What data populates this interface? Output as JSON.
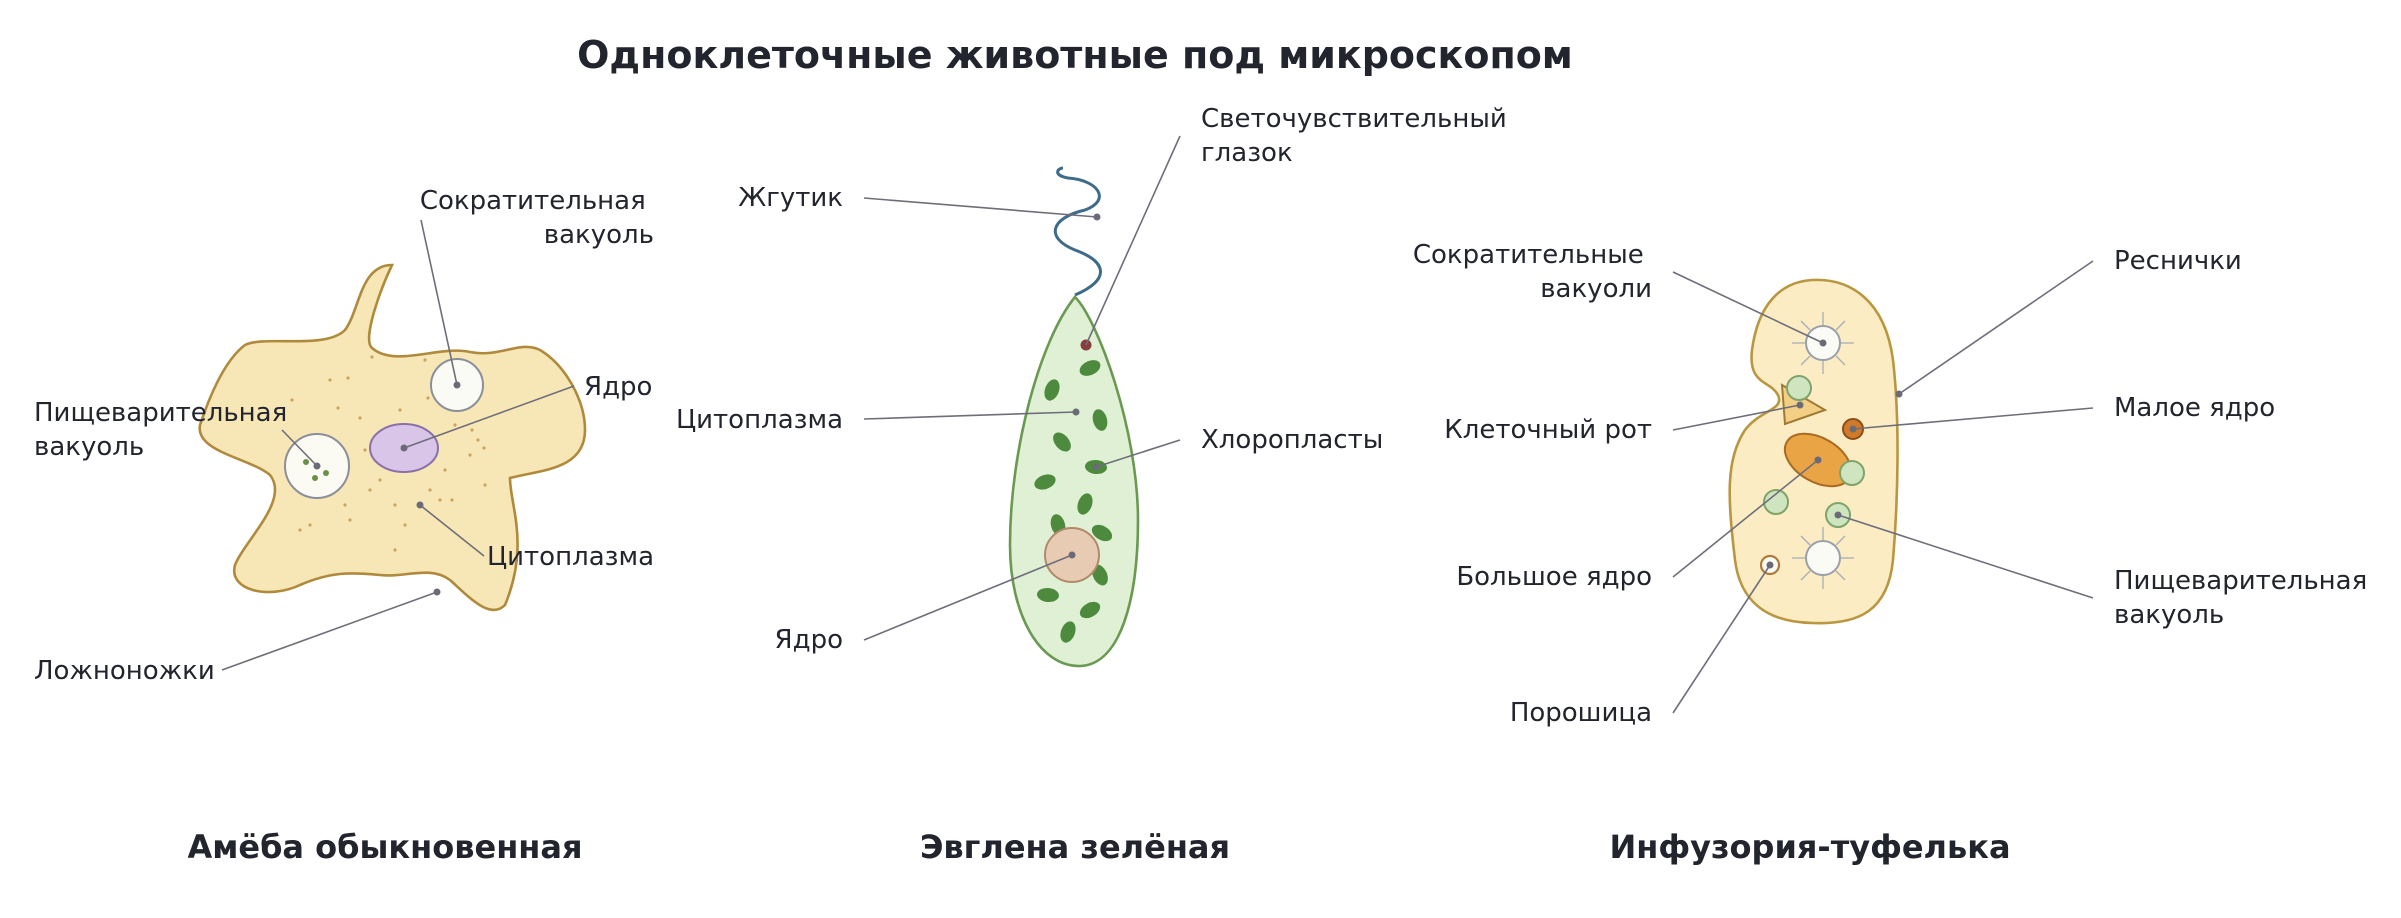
{
  "title": "Одноклеточные животные под микроскопом",
  "captions": {
    "amoeba": "Амёба обыкновенная",
    "euglena": "Эвглена зелёная",
    "paramecium": "Инфузория-туфелька"
  },
  "amoeba_labels": {
    "contractile_vacuole": [
      "Сократительная",
      "вакуоль"
    ],
    "nucleus": "Ядро",
    "digestive_vacuole": [
      "Пищеварительная",
      "вакуоль"
    ],
    "cytoplasm": "Цитоплазма",
    "pseudopods": "Ложноножки"
  },
  "euglena_labels": {
    "flagellum": "Жгутик",
    "eyespot": [
      "Светочувствительный",
      "глазок"
    ],
    "cytoplasm": "Цитоплазма",
    "chloroplasts": "Хлоропласты",
    "nucleus": "Ядро"
  },
  "paramecium_labels": {
    "contractile_vacuoles": [
      "Сократительные",
      "вакуоли"
    ],
    "cilia": "Реснички",
    "mouth": "Клеточный рот",
    "micronucleus": "Малое ядро",
    "macronucleus": "Большое ядро",
    "digestive_vacuole": [
      "Пищеварительная",
      "вакуоль"
    ],
    "anal_pore": "Порошица"
  },
  "colors": {
    "amoeba_body": "#f7e7b6",
    "amoeba_outline": "#b08a3c",
    "amoeba_nucleus": "#d8c5e8",
    "euglena_body": "#dff0d4",
    "euglena_outline": "#6a9a52",
    "chloroplast": "#4d8a3d",
    "flagellum": "#3d6b8a",
    "euglena_nucleus": "#e8cbb3",
    "eyespot": "#8a3d3d",
    "paramecium_body": "#fcecc4",
    "paramecium_outline": "#b99640",
    "macronucleus": "#e9a545",
    "micronucleus": "#d07a2a",
    "food_vacuole": "#cfe5c0"
  }
}
